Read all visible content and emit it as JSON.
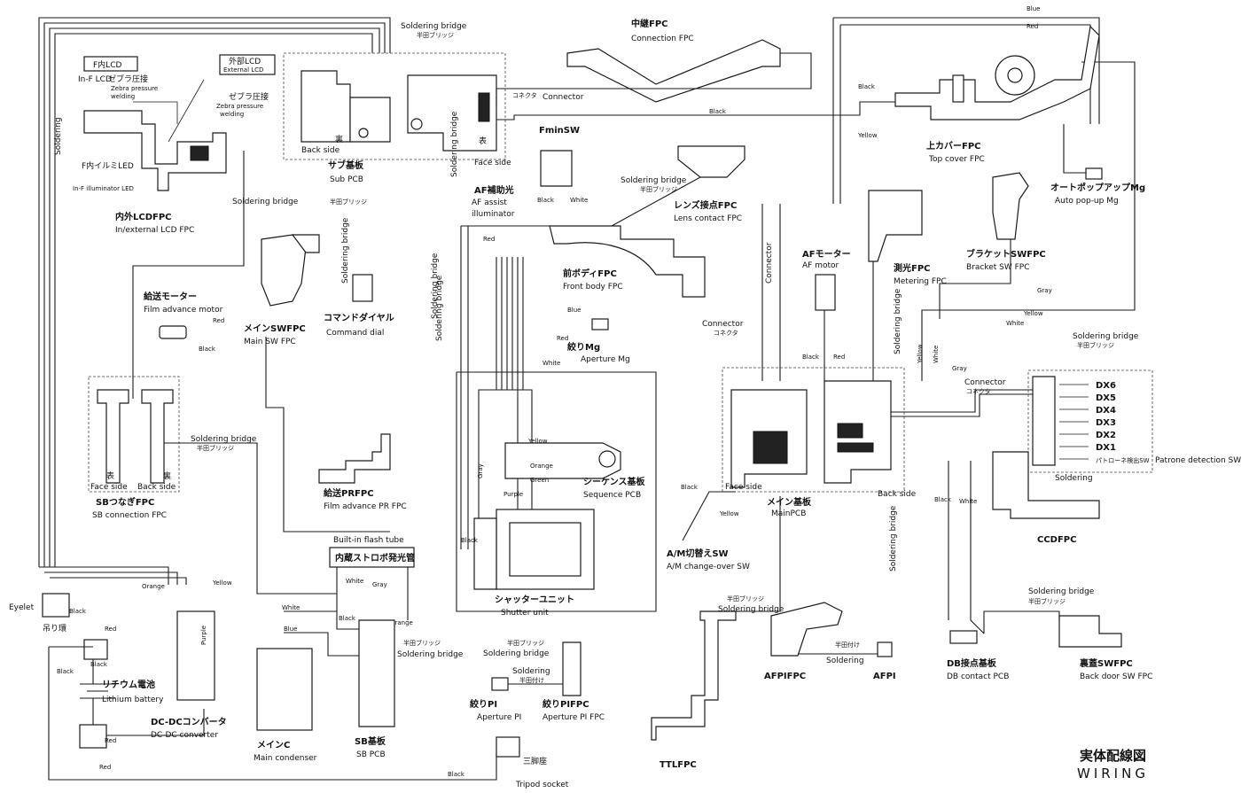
{
  "title": {
    "jp": "実体配線図",
    "en": "WIRING"
  },
  "labels": {
    "in_f_lcd": {
      "jp": "F内LCD",
      "en": "In-F LCD"
    },
    "external_lcd": {
      "jp": "外部LCD",
      "en": "External LCD"
    },
    "zebra1": {
      "jp": "ゼブラ圧接",
      "en1": "Zebra pressure",
      "en2": "welding"
    },
    "zebra2": {
      "jp": "ゼブラ圧接",
      "en1": "Zebra pressure",
      "en2": "welding"
    },
    "in_f_led": {
      "jp": "F内イルミLED",
      "en": "In-F illuminator LED"
    },
    "lcd_fpc": {
      "jp": "内外LCDFPC",
      "en": "In/external LCD FPC"
    },
    "sub_pcb": {
      "jp": "サブ基板",
      "en": "Sub PCB"
    },
    "back_side_sub": {
      "jp": "裏",
      "en": "Back side"
    },
    "face_side_sub": {
      "jp": "表",
      "en": "Face side"
    },
    "soldering_bridge_top": {
      "jp": "半田ブリッジ",
      "en": "Soldering bridge"
    },
    "connector_sub": {
      "jp": "コネクタ",
      "en": "Connector"
    },
    "middle_fpc": {
      "jp": "中継FPC",
      "en": "Connection FPC"
    },
    "fmin_sw": "FminSW",
    "af_assist": {
      "jp": "AF補助光",
      "en1": "AF assist",
      "en2": "illuminator"
    },
    "soldering_bridge_lcd": {
      "en": "Soldering bridge",
      "jp": "半田ブリッジ"
    },
    "lens_contact": {
      "jp": "レンズ接点FPC",
      "en": "Lens contact FPC"
    },
    "soldering_bridge_lens": {
      "en": "Soldering bridge",
      "jp": "半田ブリッジ"
    },
    "top_cover": {
      "jp": "上カバーFPC",
      "en": "Top cover FPC"
    },
    "auto_popup": {
      "jp": "オートポップアップMg",
      "en": "Auto pop-up Mg"
    },
    "bracket_sw": {
      "jp": "ブラケットSWFPC",
      "en": "Bracket SW FPC"
    },
    "af_motor": {
      "jp": "AFモーター",
      "en": "AF motor"
    },
    "metering": {
      "jp": "測光FPC",
      "en": "Metering FPC"
    },
    "film_motor": {
      "jp": "給送モーター",
      "en": "Film advance motor"
    },
    "main_sw": {
      "jp": "メインSWFPC",
      "en": "Main SW FPC"
    },
    "command_dial": {
      "jp": "コマンドダイヤル",
      "en": "Command dial"
    },
    "front_body": {
      "jp": "前ボディFPC",
      "en": "Front body FPC"
    },
    "aperture_mg": {
      "jp": "絞りMg",
      "en": "Aperture Mg"
    },
    "connector_front": {
      "en": "Connector",
      "jp": "コネクタ"
    },
    "sb_connection": {
      "jp": "SBつなぎFPC",
      "en": "SB connection FPC"
    },
    "face_side_sb": {
      "jp": "表",
      "en": "Face side"
    },
    "back_side_sb": {
      "jp": "裏",
      "en": "Back side"
    },
    "soldering_bridge_sb": {
      "en": "Soldering bridge",
      "jp": "半田ブリッジ"
    },
    "film_pr": {
      "jp": "給送PRFPC",
      "en": "Film advance PR FPC"
    },
    "sequence_pcb": {
      "jp": "シーケンス基板",
      "en": "Sequence PCB"
    },
    "main_pcb": {
      "jp": "メイン基板",
      "en": "MainPCB"
    },
    "face_side_main": "Face side",
    "back_side_main": "Back side",
    "dx": [
      "DX6",
      "DX5",
      "DX4",
      "DX3",
      "DX2",
      "DX1"
    ],
    "patrone": {
      "jp": "パトローネ検出SW",
      "en": "Patrone detection SW"
    },
    "soldering_dx": "Soldering",
    "soldering_bridge_dx": {
      "en": "Soldering bridge",
      "jp": "半田ブリッジ"
    },
    "connector_dx": {
      "en": "Connector",
      "jp": "コネクタ"
    },
    "ccd_fpc": "CCDFPC",
    "am_sw": {
      "jp": "A/M切替えSW",
      "en": "A/M change-over SW"
    },
    "built_in_flash": {
      "en": "Built-in flash tube",
      "jp": "内蔵ストロボ発光管"
    },
    "shutter": {
      "jp": "シャッターユニット",
      "en": "Shutter unit"
    },
    "eyelet": {
      "en": "Eyelet",
      "jp": "吊り環"
    },
    "lithium": {
      "jp": "リチウム電池",
      "en": "Lithium battery"
    },
    "dcdc": {
      "jp": "DC-DCコンバータ",
      "en": "DC-DC converter"
    },
    "main_condenser": {
      "jp": "メインC",
      "en": "Main condenser"
    },
    "sb_pcb": {
      "jp": "SB基板",
      "en": "SB PCB"
    },
    "soldering_bridge_sbpcb": {
      "jp": "半田ブリッジ",
      "en": "Soldering bridge"
    },
    "aperture_pi": {
      "jp": "絞りPI",
      "en": "Aperture PI"
    },
    "aperture_pi_fpc": {
      "jp": "絞りPIFPC",
      "en": "Aperture PI FPC"
    },
    "soldering_pi": {
      "en": "Soldering",
      "jp": "半田付け"
    },
    "soldering_bridge_pi": {
      "jp": "半田ブリッジ",
      "en": "Soldering bridge"
    },
    "tripod": {
      "jp": "三脚座",
      "en": "Tripod socket"
    },
    "ttl_fpc": "TTLFPC",
    "soldering_bridge_ttl": {
      "jp": "半田ブリッジ",
      "en": "Soldering bridge"
    },
    "afpi_fpc": "AFPIFPC",
    "afpi": "AFPI",
    "soldering_afpi": {
      "jp": "半田付け",
      "en": "Soldering"
    },
    "db_contact": {
      "jp": "DB接点基板",
      "en": "DB contact PCB"
    },
    "back_door": {
      "jp": "裏蓋SWFPC",
      "en": "Back door SW FPC"
    },
    "soldering_bridge_db": {
      "en": "Soldering bridge",
      "jp": "半田ブリッジ"
    },
    "soldering_left": "Soldering",
    "soldering_bridge_sbv": "Soldering bridge",
    "soldering_bridge_front": "Soldering bridge",
    "soldering_bridge_cmd": "Soldering bridge",
    "soldering_bridge_metering": "Soldering bridge",
    "soldering_bridge_mainv": "Soldering bridge",
    "connector_lens": "Connector",
    "soldering_bridge_afv": "Soldering bridge"
  },
  "wire_colors": {
    "blue": "Blue",
    "red": "Red",
    "black": "Black",
    "yellow": "Yellow",
    "white": "White",
    "gray": "Gray",
    "orange": "Orange",
    "green": "Green",
    "purple": "Purple"
  }
}
